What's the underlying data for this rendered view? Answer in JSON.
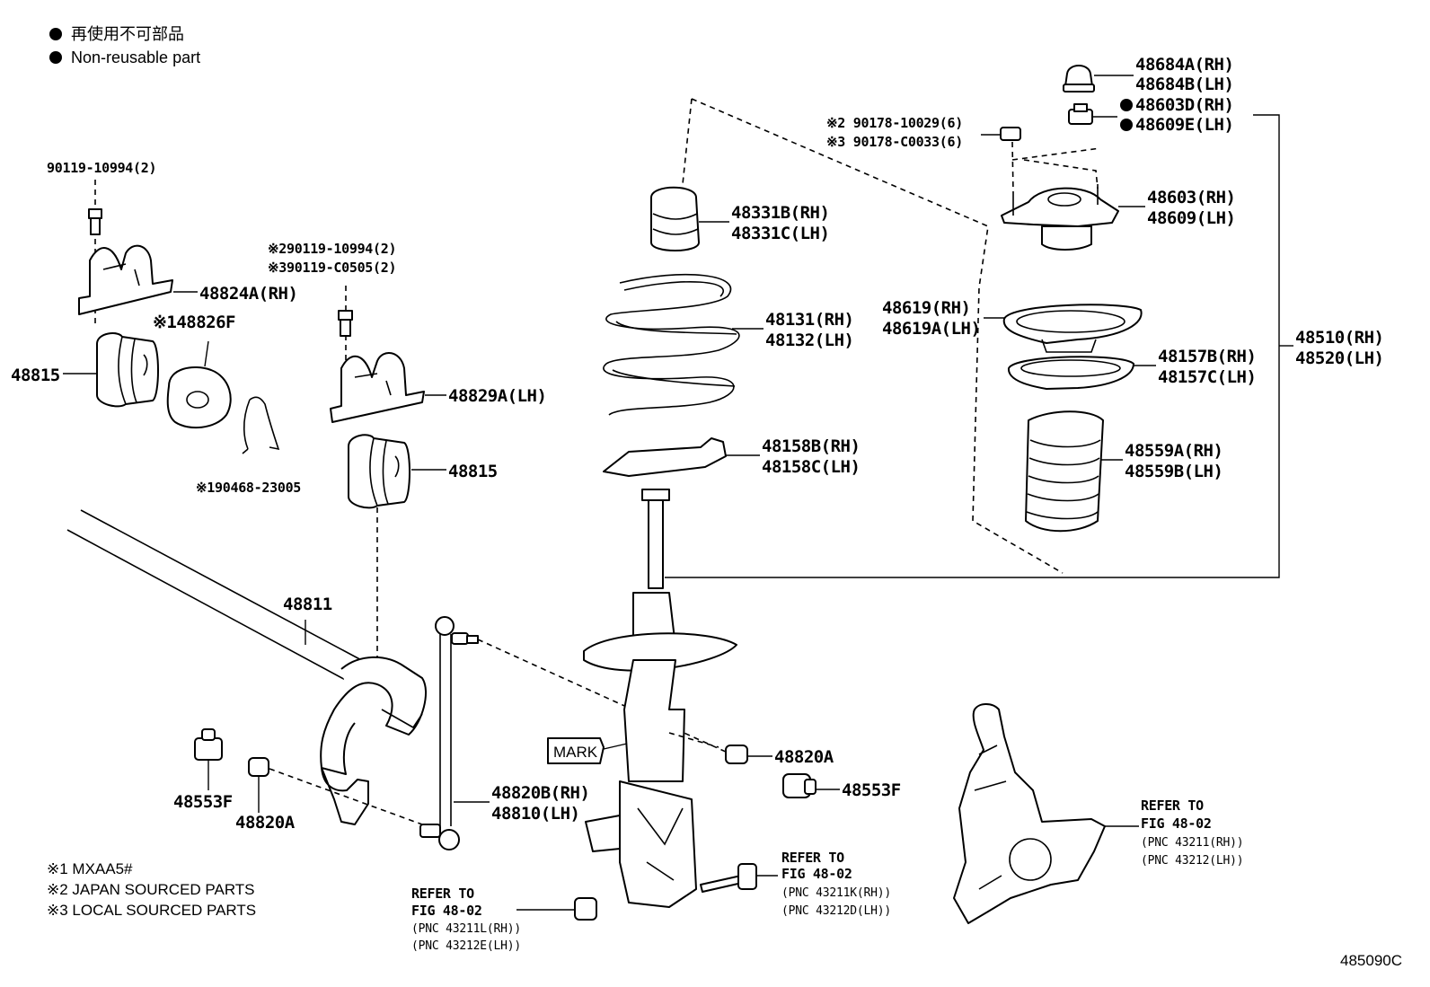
{
  "legend": {
    "jp": "再使用不可部品",
    "en": "Non-reusable part"
  },
  "notes": {
    "n1": "※1 MXAA5#",
    "n2": "※2 JAPAN SOURCED PARTS",
    "n3": "※3 LOCAL SOURCED PARTS"
  },
  "figure_id": "485090C",
  "labels": {
    "p90119_10994": "90119-10994(2)",
    "p48824A": "48824A(RH)",
    "p48826F": "※148826F",
    "p48815_left": "48815",
    "p90119_10994_j": "※290119-10994(2)",
    "p90119_C0505": "※390119-C0505(2)",
    "p48829A": "48829A(LH)",
    "p90468": "※190468-23005",
    "p48815_mid": "48815",
    "p48811": "48811",
    "p48553F_left": "48553F",
    "p48820A_left": "48820A",
    "p48820B": "48820B(RH)",
    "p48810": "48810(LH)",
    "p48331B": "48331B(RH)",
    "p48331C": "48331C(LH)",
    "p48131": "48131(RH)",
    "p48132": "48132(LH)",
    "p48158B": "48158B(RH)",
    "p48158C": "48158C(LH)",
    "p90178_10029": "※2 90178-10029(6)",
    "p90178_C0033": "※3 90178-C0033(6)",
    "p48684A": "48684A(RH)",
    "p48684B": "48684B(LH)",
    "p48603D": "48603D(RH)",
    "p48609E": "48609E(LH)",
    "p48603": "48603(RH)",
    "p48609": "48609(LH)",
    "p48619": "48619(RH)",
    "p48619A": "48619A(LH)",
    "p48157B": "48157B(RH)",
    "p48157C": "48157C(LH)",
    "p48559A": "48559A(RH)",
    "p48559B": "48559B(LH)",
    "p48510": "48510(RH)",
    "p48520": "48520(LH)",
    "mark": "MARK",
    "p48820A_right": "48820A",
    "p48553F_right": "48553F",
    "ref_left_1": "REFER TO",
    "ref_left_2": "FIG 48-02",
    "ref_left_3": "(PNC 43211L(RH))",
    "ref_left_4": "(PNC 43212E(LH))",
    "ref_mid_1": "REFER TO",
    "ref_mid_2": "FIG 48-02",
    "ref_mid_3": "(PNC 43211K(RH))",
    "ref_mid_4": "(PNC 43212D(LH))",
    "ref_right_1": "REFER TO",
    "ref_right_2": "FIG 48-02",
    "ref_right_3": "(PNC 43211(RH))",
    "ref_right_4": "(PNC 43212(LH))"
  }
}
